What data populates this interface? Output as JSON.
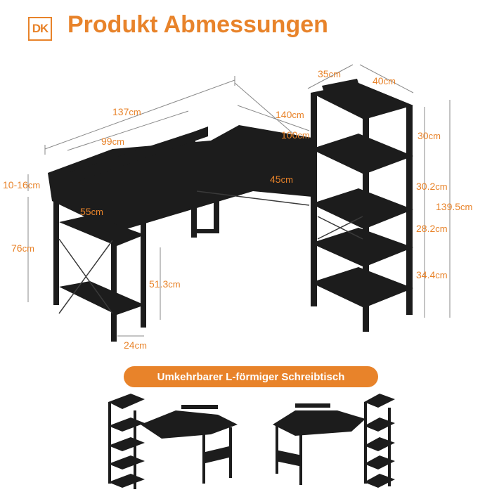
{
  "header": {
    "logo_text": "DK",
    "title": "Produkt Abmessungen"
  },
  "dimensions": {
    "total_width": "137",
    "desk_depth_side": "140",
    "monitor_stand": "99",
    "desk_return": "100",
    "stand_height": "10-16",
    "desk_depth": "55",
    "return_depth": "45",
    "desk_height": "76",
    "shelf_height": "51.3",
    "shelf_width": "24",
    "shelf_depth": "35",
    "shelf_width_top": "40",
    "shelf_gap_1": "30",
    "shelf_gap_2": "30.2",
    "total_shelf_height": "139.5",
    "shelf_gap_3": "28.2",
    "shelf_gap_4": "34.4",
    "unit": "cm"
  },
  "banner": {
    "label": "Umkehrbarer L-förmiger Schreibtisch"
  },
  "colors": {
    "accent": "#e8832a",
    "furniture": "#1c1c1c",
    "dim_line": "#8a8a8a"
  }
}
